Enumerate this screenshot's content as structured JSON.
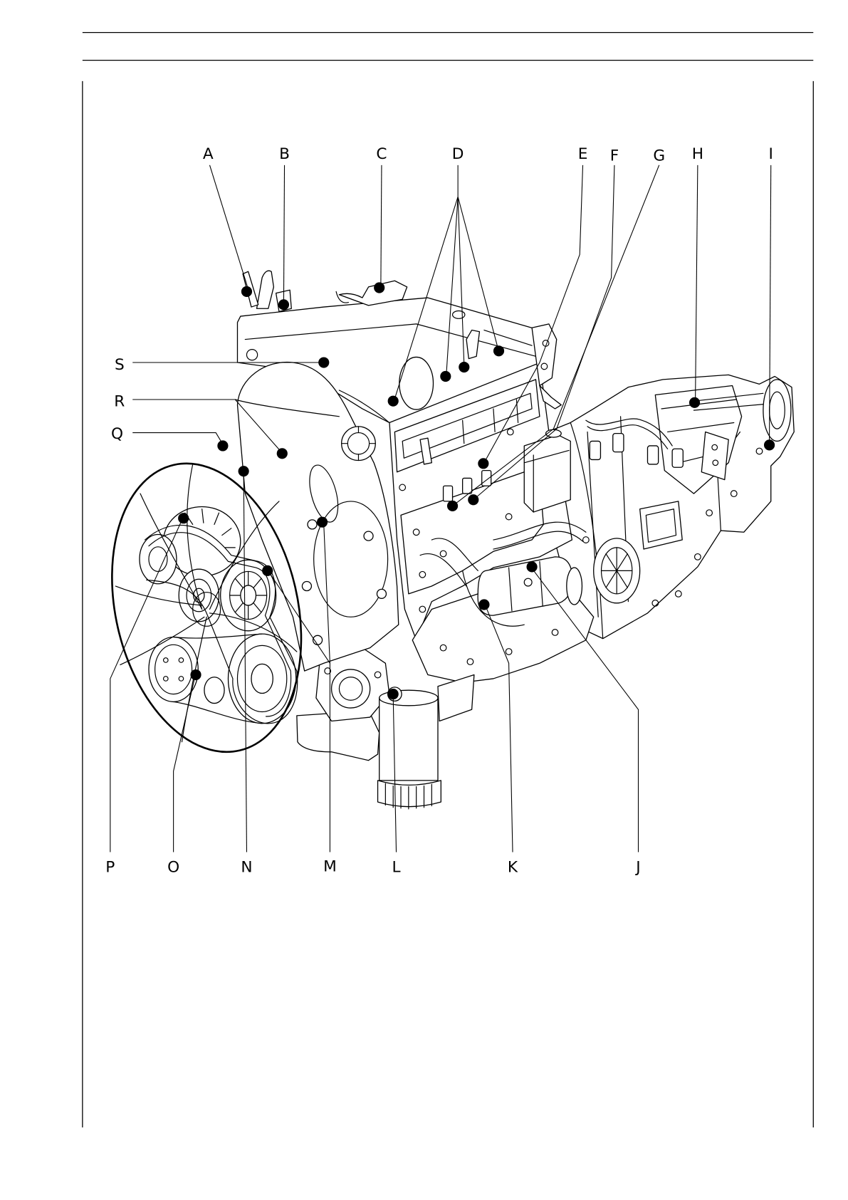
{
  "figure": {
    "labels_top": [
      "A",
      "B",
      "C",
      "D",
      "E",
      "F",
      "G",
      "H",
      "I"
    ],
    "labels_left": [
      "S",
      "R",
      "Q"
    ],
    "labels_bottom": [
      "P",
      "O",
      "N",
      "M",
      "L",
      "K",
      "J"
    ]
  }
}
